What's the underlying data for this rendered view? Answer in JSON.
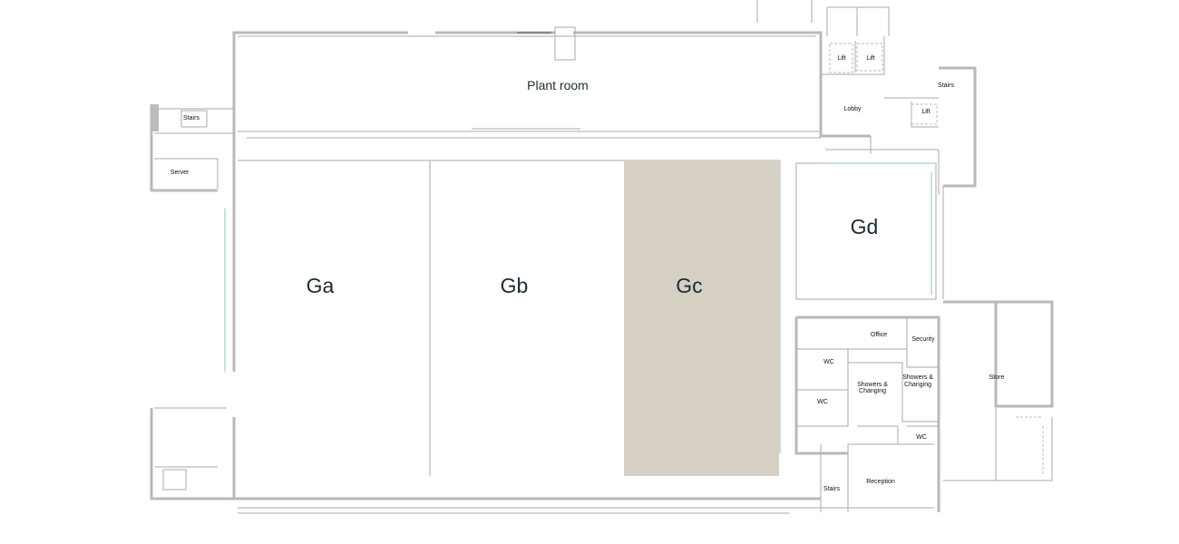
{
  "floor_plan": {
    "highlight_color": "#d6d0c4",
    "selected_room": "Gc",
    "rooms": {
      "ga": "Ga",
      "gb": "Gb",
      "gc": "Gc",
      "gd": "Gd",
      "plant_room": "Plant room",
      "stairs_west": "Stairs",
      "server": "Server",
      "lift_1": "Lift",
      "lift_2": "Lift",
      "lift_3": "Lift",
      "lobby": "Lobby",
      "stairs_east": "Stairs",
      "office": "Office",
      "security": "Security",
      "wc_1": "WC",
      "wc_2": "WC",
      "wc_3": "WC",
      "showers_1_line1": "Showers &",
      "showers_1_line2": "Changing",
      "showers_2_line1": "Showers &",
      "showers_2_line2": "Changing",
      "stairs_south": "Stairs",
      "reception": "Reception",
      "store": "Store"
    }
  }
}
